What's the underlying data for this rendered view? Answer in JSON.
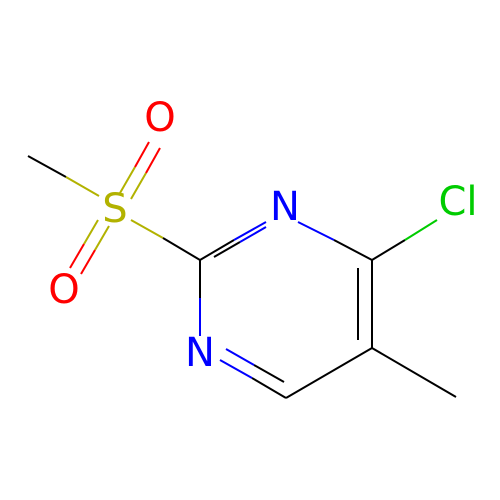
{
  "molecule": {
    "atoms": {
      "sulfur": {
        "symbol": "S",
        "color": "#B2B200"
      },
      "oxygen_top": {
        "symbol": "O",
        "color": "#FF0000"
      },
      "oxygen_bottom": {
        "symbol": "O",
        "color": "#FF0000"
      },
      "nitrogen_top": {
        "symbol": "N",
        "color": "#0000FF"
      },
      "nitrogen_bottom": {
        "symbol": "N",
        "color": "#0000FF"
      },
      "chlorine": {
        "symbol": "Cl",
        "color": "#00CC00"
      }
    },
    "bond_color": "#000000"
  }
}
